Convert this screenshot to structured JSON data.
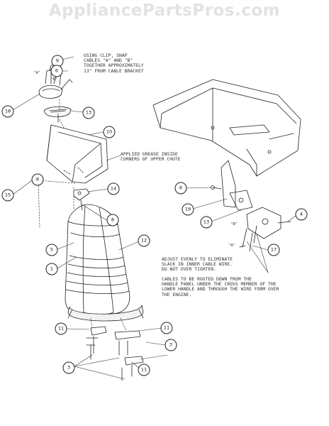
{
  "watermark": "AppliancePartsPros.com",
  "notes": {
    "clip_note": "USING CLIP, SNAP\nCABLES \"A\" AND \"B\"\nTOGETHER APPROXIMATELY\n13\" FROM CABLE BRACKET",
    "grease_note": "APPLIED GREASE INSIDE\nCORNERS OF UPPER CHUTE",
    "adjust_note": "ADJUST EVENLY TO ELIMINATE\nSLACK IN INNER CABLE WIRE.\nDO NOT OVER TIGHTEN.",
    "route_note": "CABLES TO BE ROUTED DOWN FROM THE\nHANDLE PANEL UNDER THE CROSS MEMBER OF THE\nLOWER HANDLE AND THROUGH THE WIRE FORM OVER\nTHE ENGINE."
  },
  "tags": {
    "a": "\"A\"",
    "b": "\"B\""
  },
  "callouts": {
    "c9": "9",
    "c6a": "6",
    "c18": "18",
    "c13": "13",
    "c10": "10",
    "c8a": "8",
    "c15": "15",
    "c14": "14",
    "c8b": "8",
    "c5": "5",
    "c1": "1",
    "c12": "12",
    "c11a": "11",
    "c11b": "11",
    "c3a": "3",
    "c3b": "3",
    "c11c": "11",
    "c6b": "6",
    "c19": "19",
    "c13b": "13",
    "c4": "4",
    "c17": "17"
  }
}
